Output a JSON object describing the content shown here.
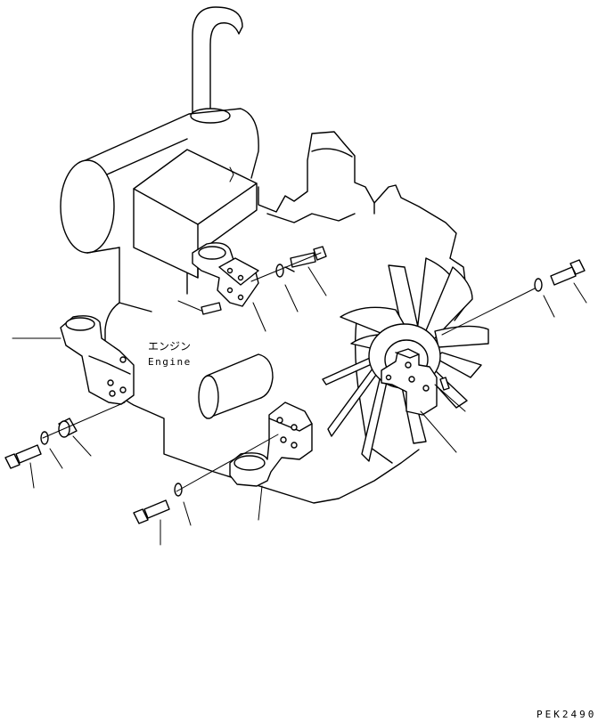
{
  "labels": {
    "engine_jp": "エンジン",
    "engine_en": "Engine"
  },
  "drawing_code": "PEK2490"
}
